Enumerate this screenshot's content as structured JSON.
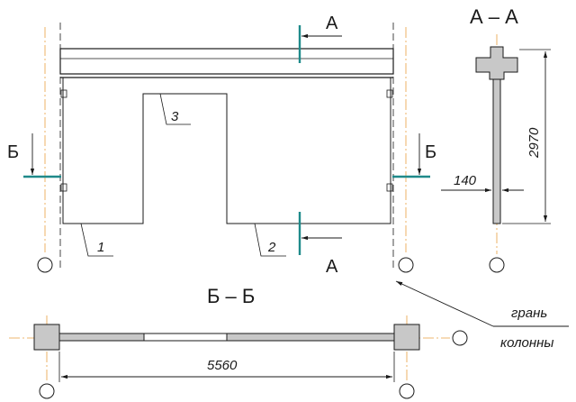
{
  "labels": {
    "section_a": "А",
    "section_b": "Б",
    "section_aa": "А – А",
    "section_bb": "Б – Б",
    "callout_1": "1",
    "callout_2": "2",
    "callout_3": "3",
    "dim_height": "2970",
    "dim_thickness": "140",
    "dim_length": "5560",
    "note_line1": "грань",
    "note_line2": "колонны"
  },
  "colors": {
    "line": "#1a1a1a",
    "axis": "#e8a040",
    "section_mark": "#1f8a8a",
    "fill": "#c8c8c8"
  }
}
